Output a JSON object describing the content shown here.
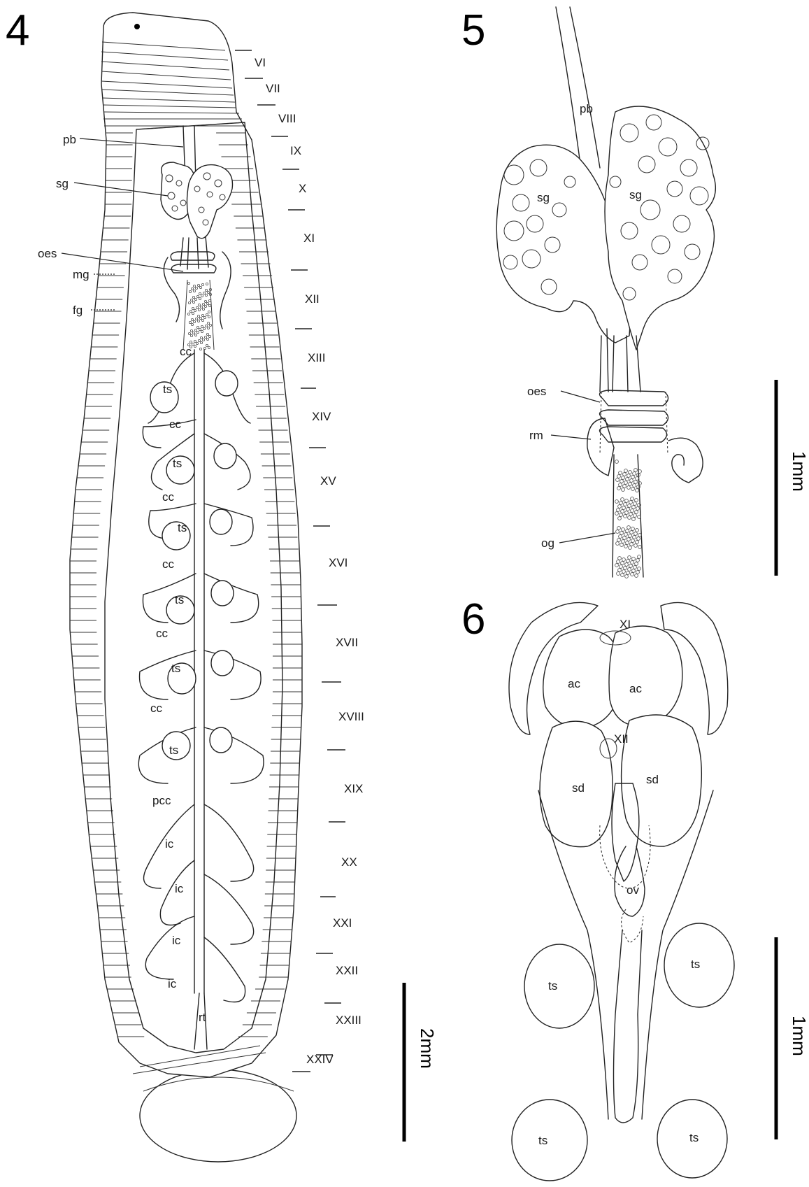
{
  "figure_numbers": [
    "4",
    "5",
    "6"
  ],
  "fig4": {
    "labels": {
      "pb": "pb",
      "sg": "sg",
      "oes": "oes",
      "mg": "mg",
      "fg": "fg",
      "cc": "cc",
      "ts": "ts",
      "pcc": "pcc",
      "ic": "ic",
      "rt": "rt"
    },
    "segments": [
      "VI",
      "VII",
      "VIII",
      "IX",
      "X",
      "XI",
      "XII",
      "XIII",
      "XIV",
      "XV",
      "XVI",
      "XVII",
      "XVIII",
      "XIX",
      "XX",
      "XXI",
      "XXII",
      "XXIII",
      "XXIV"
    ],
    "scale_label": "2mm"
  },
  "fig5": {
    "labels": {
      "pb": "pb",
      "sg": "sg",
      "oes": "oes",
      "rm": "rm",
      "og": "og"
    },
    "scale_label": "1mm"
  },
  "fig6": {
    "labels": {
      "XI": "XI",
      "XII": "XII",
      "ac": "ac",
      "sd": "sd",
      "ov": "ov",
      "ts": "ts"
    },
    "scale_label": "1mm"
  },
  "colors": {
    "line": "#222222",
    "background": "#ffffff"
  }
}
